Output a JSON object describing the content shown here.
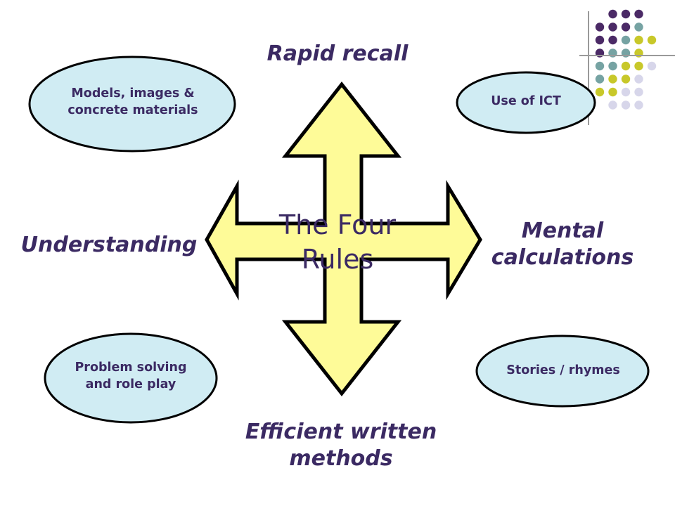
{
  "center": {
    "line1": "The Four",
    "line2": "Rules"
  },
  "directions": {
    "top": "Rapid recall",
    "left": "Understanding",
    "right_line1": "Mental",
    "right_line2": "calculations",
    "bottom_line1": "Efficient written",
    "bottom_line2": "methods"
  },
  "ellipses": {
    "top_left_line1": "Models, images &",
    "top_left_line2": "concrete materials",
    "top_right": "Use of ICT",
    "bottom_left_line1": "Problem solving",
    "bottom_left_line2": "and role play",
    "bottom_right": "Stories / rhymes"
  },
  "colors": {
    "arrow_fill": "#fefb98",
    "ellipse_fill": "#d0ecf3",
    "text": "#3b2a63",
    "dot_purple": "#4b2a66",
    "dot_teal": "#76a3a3",
    "dot_olive": "#c8c82a",
    "dot_lavender": "#d7d6ea"
  }
}
